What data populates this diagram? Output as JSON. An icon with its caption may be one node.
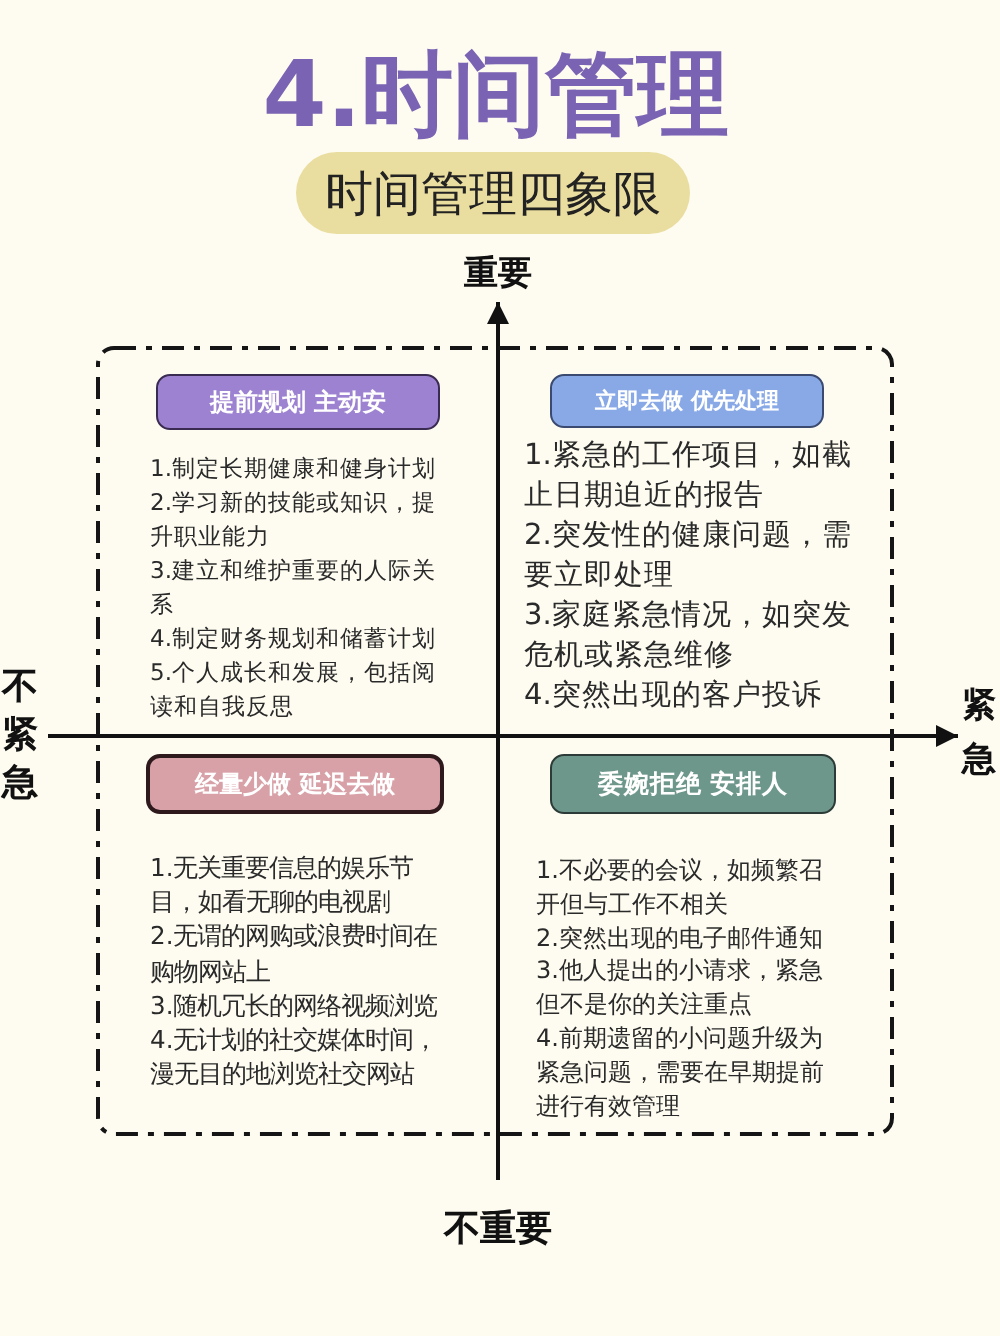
{
  "diagram": {
    "title": "4.时间管理",
    "nodes": [
      {
        "text": [
          "时间管理四象限"
        ]
      },
      {
        "text": [],
        "shape": "box"
      },
      {
        "text": [
          "提前规划 主动安"
        ],
        "in": 1,
        "beside": [
          "1.制定长期健康和健身计划",
          "2.学习新的技能或知识，提升职业能力",
          "3.建立和维护重要的人际关系",
          "4.制定财务规划和储蓄计划",
          "5.个人成长和发展，包括阅读和自我反思"
        ]
      },
      {
        "text": [
          "立即去做 优先处理"
        ],
        "in": 1,
        "beside": [
          "1.紧急的工作项目，如截止日期迫近的报告",
          "2.突发性的健康问题，需要立即处理",
          "3.家庭紧急情况，如突发危机或紧急维修",
          "4.突然出现的客户投诉"
        ]
      },
      {
        "text": [
          "经量少做 延迟去做"
        ],
        "in": 1,
        "beside": [
          "1.无关重要信息的娱乐节目，如看无聊的电视剧",
          "2.无谓的网购或浪费时间在购物网站上",
          "3.随机冗长的网络视频浏览",
          "4.无计划的社交媒体时间，漫无目的地浏览社交网站"
        ]
      },
      {
        "text": [
          "委婉拒绝 安排人"
        ],
        "in": 1,
        "beside": [
          "1.不必要的会议，如频繁召开但与工作不相关",
          "2.突然出现的电子邮件通知",
          "3.他人提出的小请求，紧急但不是你的关注重点",
          "4.前期遗留的小问题升级为紧急问题，需要在早期提前进行有效管理"
        ]
      }
    ],
    "labels": [
      "重要",
      "不紧急",
      "紧急",
      "不重要"
    ]
  }
}
